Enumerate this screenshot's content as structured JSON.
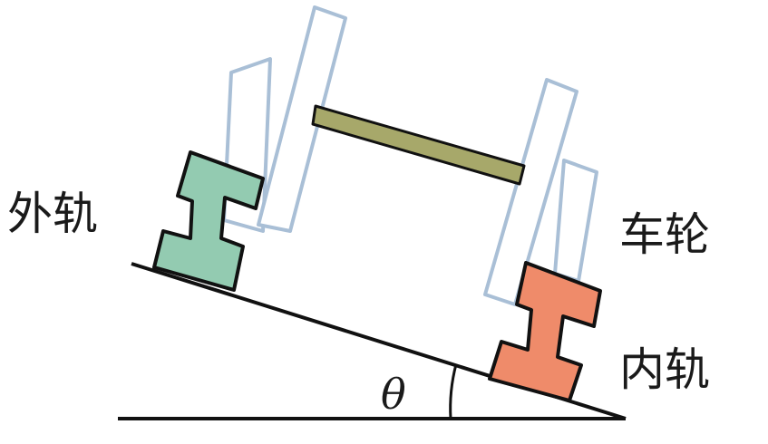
{
  "labels": {
    "outer_rail": "外轨",
    "wheel": "车轮",
    "inner_rail": "内轨",
    "angle": "θ"
  },
  "colors": {
    "outer_rail_fill": "#93cbb1",
    "inner_rail_fill": "#ef8b6a",
    "axle_fill": "#a7a86a",
    "wheel_stroke": "#a9bfd6",
    "line": "#111111",
    "background": "#ffffff"
  }
}
